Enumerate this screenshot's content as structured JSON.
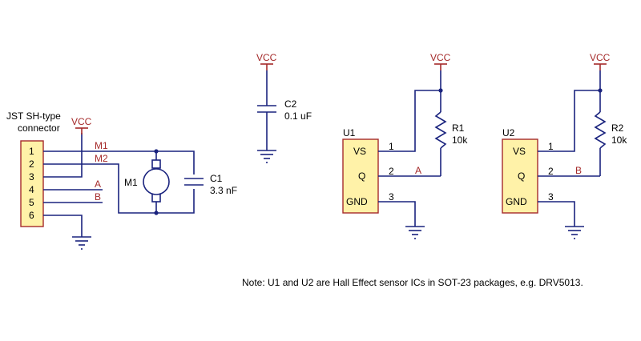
{
  "connector": {
    "title_line1": "JST SH-type",
    "title_line2": "connector",
    "pins": [
      "1",
      "2",
      "3",
      "4",
      "5",
      "6"
    ]
  },
  "power": {
    "vcc": "VCC"
  },
  "nets": {
    "m1": "M1",
    "m2": "M2",
    "a": "A",
    "b": "B"
  },
  "motor": {
    "ref": "M1"
  },
  "c1": {
    "ref": "C1",
    "value": "3.3 nF"
  },
  "c2": {
    "ref": "C2",
    "value": "0.1 uF"
  },
  "u1": {
    "ref": "U1",
    "pins": {
      "vs": "VS",
      "q": "Q",
      "gnd": "GND"
    },
    "pin_numbers": [
      "1",
      "2",
      "3"
    ]
  },
  "u2": {
    "ref": "U2",
    "pins": {
      "vs": "VS",
      "q": "Q",
      "gnd": "GND"
    },
    "pin_numbers": [
      "1",
      "2",
      "3"
    ]
  },
  "r1": {
    "ref": "R1",
    "value": "10k"
  },
  "r2": {
    "ref": "R2",
    "value": "10k"
  },
  "note": "Note: U1 and U2 are Hall Effect sensor ICs in SOT-23 packages, e.g. DRV5013."
}
